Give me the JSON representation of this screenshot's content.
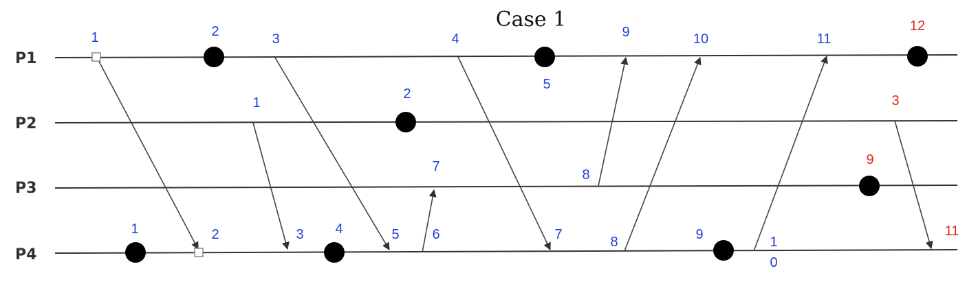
{
  "title": "Case 1",
  "colors": {
    "blue": "#1f3fd6",
    "red": "#e0231d",
    "line": "#333333",
    "dot": "#000000"
  },
  "processes": [
    {
      "id": "P1",
      "label": "P1"
    },
    {
      "id": "P2",
      "label": "P2"
    },
    {
      "id": "P3",
      "label": "P3"
    },
    {
      "id": "P4",
      "label": "P4"
    }
  ],
  "labels": [
    {
      "text": "1",
      "color": "blue"
    },
    {
      "text": "2",
      "color": "blue"
    },
    {
      "text": "3",
      "color": "blue"
    },
    {
      "text": "4",
      "color": "blue"
    },
    {
      "text": "5",
      "color": "blue"
    },
    {
      "text": "9",
      "color": "blue"
    },
    {
      "text": "10",
      "color": "blue"
    },
    {
      "text": "11",
      "color": "blue"
    },
    {
      "text": "12",
      "color": "red"
    },
    {
      "text": "1",
      "color": "blue"
    },
    {
      "text": "2",
      "color": "blue"
    },
    {
      "text": "3",
      "color": "red"
    },
    {
      "text": "7",
      "color": "blue"
    },
    {
      "text": "8",
      "color": "blue"
    },
    {
      "text": "9",
      "color": "red"
    },
    {
      "text": "1",
      "color": "blue"
    },
    {
      "text": "2",
      "color": "blue"
    },
    {
      "text": "3",
      "color": "blue"
    },
    {
      "text": "4",
      "color": "blue"
    },
    {
      "text": "5",
      "color": "blue"
    },
    {
      "text": "6",
      "color": "blue"
    },
    {
      "text": "7",
      "color": "blue"
    },
    {
      "text": "8",
      "color": "blue"
    },
    {
      "text": "9",
      "color": "blue"
    },
    {
      "text": "1",
      "color": "blue"
    },
    {
      "text": "0",
      "color": "blue"
    },
    {
      "text": "11",
      "color": "red"
    }
  ]
}
